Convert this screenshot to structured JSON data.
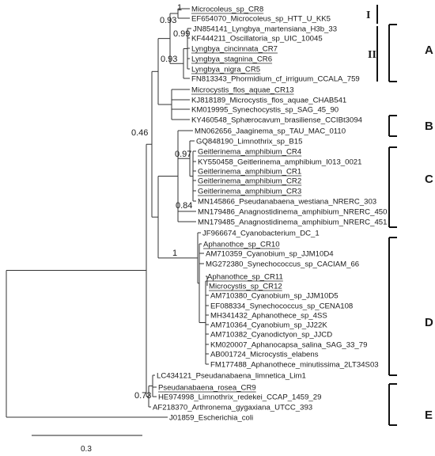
{
  "taxa": [
    {
      "label": "Microcoleus_sp_CR8",
      "underline": true
    },
    {
      "label": "EF654070_Microcoleus_sp_HTT_U_KK5",
      "underline": false
    },
    {
      "label": "JN854141_Lyngbya_martensiana_H3b_33",
      "underline": false
    },
    {
      "label": "KF444211_Oscillatoria_sp_UIC_10045",
      "underline": false
    },
    {
      "label": "Lyngbya_cincinnata_CR7",
      "underline": true
    },
    {
      "label": "Lyngbya_stagnina_CR6",
      "underline": true
    },
    {
      "label": "Lyngbya_nigra_CR5",
      "underline": true
    },
    {
      "label": "FN813343_Phormidium_cf_irriguum_CCALA_759",
      "underline": false
    },
    {
      "label": "Microcystis_flos_aquae_CR13",
      "underline": true
    },
    {
      "label": "KJ818189_Microcystis_flos_aquae_CHAB541",
      "underline": false
    },
    {
      "label": "KM019995_Synechocystis_sp_SAG_45_90",
      "underline": false
    },
    {
      "label": "KY460548_Sphærocavum_brasiliense_CCIBt3094",
      "underline": false
    },
    {
      "label": "MN062656_Jaaginema_sp_TAU_MAC_0110",
      "underline": false
    },
    {
      "label": "GQ848190_Limnothrix_sp_B15",
      "underline": false
    },
    {
      "label": "Geitlerinema_amphibium_CR4",
      "underline": true
    },
    {
      "label": "KY550458_Geitlerinema_amphibium_I013_0021",
      "underline": false
    },
    {
      "label": "Geitlerinema_amphibium_CR1",
      "underline": true
    },
    {
      "label": "Geitlerinema_amphibium_CR2",
      "underline": true
    },
    {
      "label": "Geitlerinema_amphibium_CR3",
      "underline": true
    },
    {
      "label": "MN145866_Pseudanabaena_westiana_NRERC_303",
      "underline": false
    },
    {
      "label": "MN179486_Anagnostidinema_amphibium_NRERC_450",
      "underline": false
    },
    {
      "label": "MN179485_Anagnostidinema_amphibium_NRERC_451",
      "underline": false
    },
    {
      "label": "JF966674_Cyanobacterium_DC_1",
      "underline": false
    },
    {
      "label": "Aphanothce_sp_CR10",
      "underline": true
    },
    {
      "label": "AM710359_Cyanobium_sp_JJM10D4",
      "underline": false
    },
    {
      "label": "MG272380_Synechococcus_sp_CACIAM_66",
      "underline": false
    },
    {
      "label": "Aphanothce_sp_CR11",
      "underline": true
    },
    {
      "label": "Microcystis_sp_CR12",
      "underline": true
    },
    {
      "label": "AM710380_Cyanobium_sp_JJM10D5",
      "underline": false
    },
    {
      "label": "EF088334_Synechococcus_sp_CENA108",
      "underline": false
    },
    {
      "label": "MH341432_Aphanothece_sp_4SS",
      "underline": false
    },
    {
      "label": "AM710364_Cyanobium_sp_JJ22K",
      "underline": false
    },
    {
      "label": "AM710382_Cyanodictyon_sp_JJCD",
      "underline": false
    },
    {
      "label": "KM020007_Aphanocapsa_salina_SAG_33_79",
      "underline": false
    },
    {
      "label": "AB001724_Microcystis_elabens",
      "underline": false
    },
    {
      "label": "FM177488_Aphanothece_minutissima_2LT34S03",
      "underline": false
    },
    {
      "label": "LC434121_Pseudanabaena_limnetica_Lim1",
      "underline": false
    },
    {
      "label": "Pseudanabaena_rosea_CR9",
      "underline": true
    },
    {
      "label": "HE974998_Limnothrix_redekei_CCAP_1459_29",
      "underline": false
    },
    {
      "label": "AF218370_Arthronema_gygaxiana_UTCC_393",
      "underline": false
    },
    {
      "label": "J01859_Escherichia_coli",
      "underline": false
    }
  ],
  "support_values": [
    "1",
    "0.93",
    "0.99",
    "0.93",
    "0.46",
    "0.97",
    "0.84",
    "1",
    "0.73"
  ],
  "clades": [
    "A",
    "B",
    "C",
    "D",
    "E"
  ],
  "subclades": [
    "I",
    "II"
  ],
  "scale": {
    "label": "0.3"
  }
}
